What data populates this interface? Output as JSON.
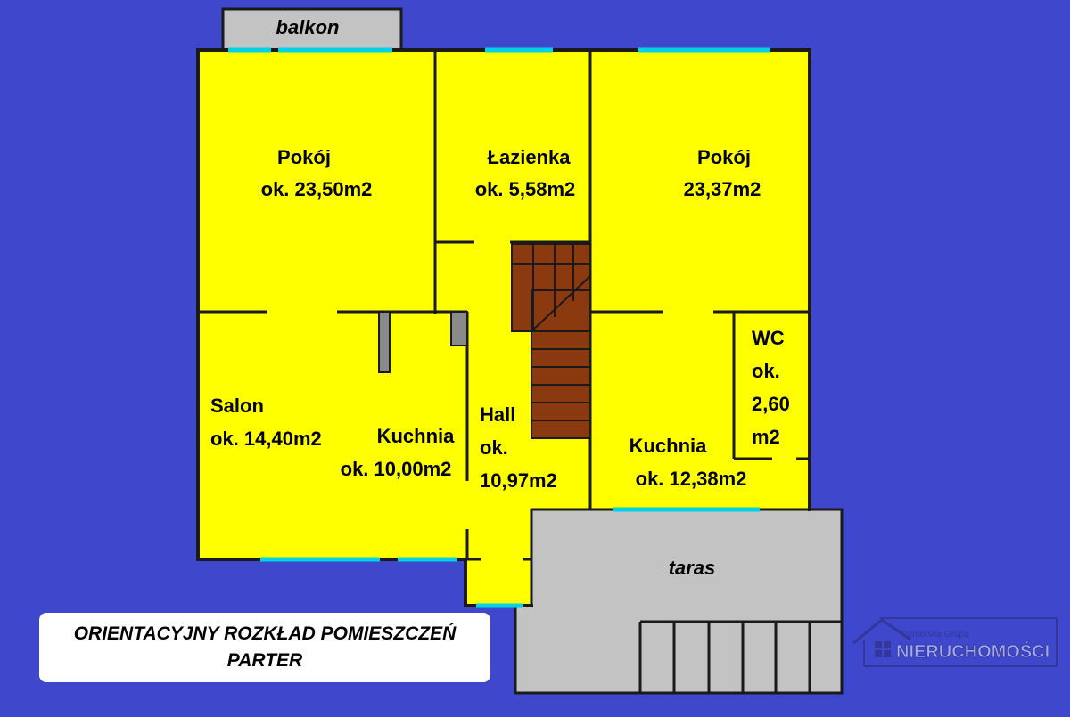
{
  "colors": {
    "background": "#3f48cc",
    "room_fill": "#ffff00",
    "wall": "#1a1a1a",
    "outdoor_fill": "#c3c3c3",
    "window": "#00d2e6",
    "stairs": "#8b3a10"
  },
  "rooms": {
    "balkon": "balkon",
    "pokoj_left_name": "Pokój",
    "pokoj_left_area": "ok. 23,50m2",
    "lazienka_name": "Łazienka",
    "lazienka_area": "ok. 5,58m2",
    "pokoj_right_name": "Pokój",
    "pokoj_right_area": "23,37m2",
    "salon_name": "Salon",
    "salon_area": "ok. 14,40m2",
    "kuchnia_left_name": "Kuchnia",
    "kuchnia_left_area": "ok. 10,00m2",
    "hall_name": "Hall",
    "hall_ok": "ok.",
    "hall_area": "10,97m2",
    "kuchnia_right_name": "Kuchnia",
    "kuchnia_right_area": "ok. 12,38m2",
    "wc_name": "WC",
    "wc_ok": "ok.",
    "wc_value": "2,60",
    "wc_unit": "m2",
    "taras": "taras"
  },
  "caption": {
    "line1": "ORIENTACYJNY ROZKŁAD POMIESZCZEŃ",
    "line2": "PARTER"
  },
  "watermark": {
    "top": "Pomorska Grupa",
    "bottom": "NIERUCHOMOŚCI",
    "icon": "house-logo-icon"
  }
}
